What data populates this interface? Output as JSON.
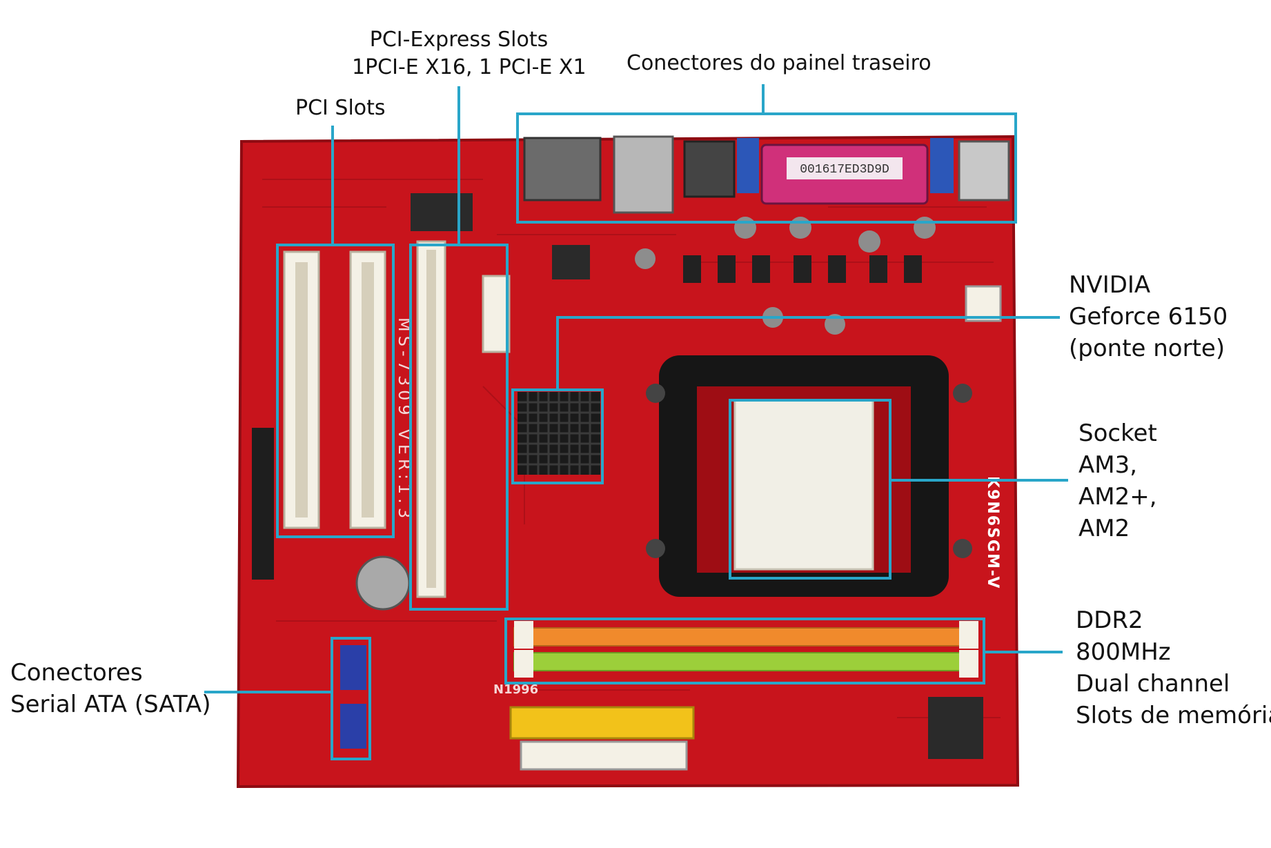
{
  "labels": {
    "pcie_slots": {
      "line1": "PCI-Express Slots",
      "line2": "1PCI-E X16, 1 PCI-E X1"
    },
    "rear_panel": "Conectores do painel traseiro",
    "pci_slots": "PCI Slots",
    "northbridge": {
      "line1": "NVIDIA",
      "line2": "Geforce 6150",
      "line3": "(ponte norte)"
    },
    "socket": {
      "line1": "Socket",
      "line2": "AM3,",
      "line3": "AM2+,",
      "line4": "AM2"
    },
    "memory": {
      "line1": "DDR2",
      "line2": "800MHz",
      "line3": "Dual channel",
      "line4": "Slots de memória"
    },
    "sata": {
      "line1": "Conectores",
      "line2": "Serial ATA (SATA)"
    }
  },
  "board_markings": {
    "model": "MS-7309 VER:1.3",
    "board_name": "K9N6SGM-V",
    "chip_label": "N1996",
    "parallel_serial": "001617ED3D9D"
  },
  "colors": {
    "pcb": "#c8141c",
    "pcb_dark": "#9e0d14",
    "callout": "#29a6c9",
    "slot_white": "#f4f1e6",
    "ram_orange": "#f08a2c",
    "ram_green": "#9ccf3a",
    "atx_yellow": "#f2c21a",
    "heatsink": "#1a1a1a",
    "parallel_port": "#d0307a",
    "sata_blue": "#2a3fa8"
  }
}
